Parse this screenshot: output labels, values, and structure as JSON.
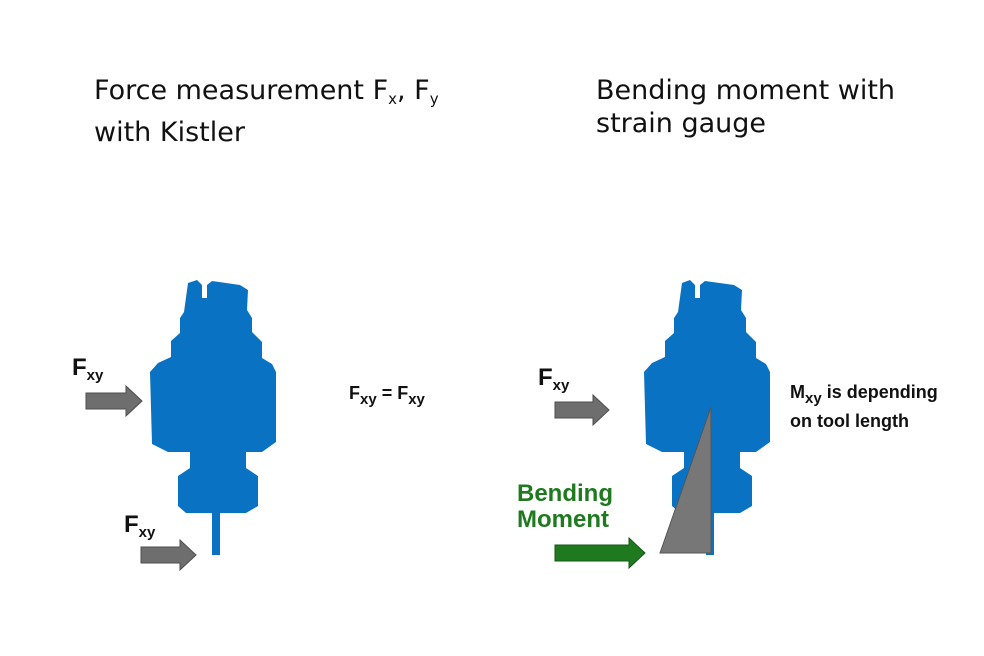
{
  "titles": {
    "left_main": "Force measurement F",
    "left_sub_x": "x",
    "left_comma": ", F",
    "left_sub_y": "y",
    "left_line2": "with Kistler",
    "right_line1": "Bending moment with",
    "right_line2": "strain gauge"
  },
  "labels": {
    "force": "F",
    "force_sub": "xy",
    "equation_eq": " = F",
    "moment": "M",
    "moment_sub": "xy",
    "moment_rest_line1": " is depending",
    "moment_line2": "on tool length",
    "bending_line1": "Bending",
    "bending_line2": "Moment"
  },
  "colors": {
    "tool_blue": "#0a72c2",
    "arrow_gray": "#6e6e6e",
    "moment_green": "#1f7a1f",
    "triangle_gray": "#777777"
  }
}
